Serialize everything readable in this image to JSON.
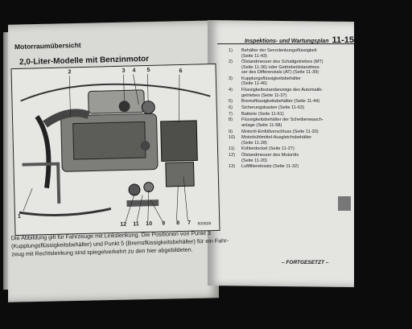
{
  "header": {
    "section": "Inspektions- und Wartungsplan",
    "page_number": "11-15"
  },
  "section_title": "Motorraumübersicht",
  "subtitle": "2,0-Liter-Modelle mit Benzinmotor",
  "diagram": {
    "callouts_top": [
      "2",
      "3",
      "4",
      "5",
      "6"
    ],
    "callouts_bottom": [
      "12",
      "11",
      "10",
      "9",
      "8",
      "7"
    ],
    "callout_left": "1",
    "figure_code": "600828"
  },
  "caption": [
    "Die Abbildung gilt für Fahrzeuge mit Linkslenkung. Die Positionen von Punkt 3",
    "(Kupplungsflüssigkeitsbehälter) und Punkt 5 (Bremsflüssigkeitsbehälter) für ein Fahr-",
    "zeug mit Rechtslenkung sind spiegelverkehrt zu den hier abgebildeten."
  ],
  "legend": [
    {
      "num": "1)",
      "lines": [
        "Behälter der Servolenkungsflüssigkeit",
        "(Seite 11-43)"
      ]
    },
    {
      "num": "2)",
      "lines": [
        "Ölstandmesser des Schaltgetriebes (MT)",
        "(Seite 11-36) oder Getriebeölstandmes-",
        "ser des Differenzials (AT) (Seite 11-39)"
      ]
    },
    {
      "num": "3)",
      "lines": [
        "Kupplungsflüssigkeitsbehälter",
        "(Seite 11-46)"
      ]
    },
    {
      "num": "4)",
      "lines": [
        "Flüssigkeitsstandanzeige des Automatik-",
        "getriebes (Seite 11-37)"
      ]
    },
    {
      "num": "5)",
      "lines": [
        "Bremsflüssigkeitsbehälter (Seite 11-44)"
      ]
    },
    {
      "num": "6)",
      "lines": [
        "Sicherungskasten (Seite 11-63)"
      ]
    },
    {
      "num": "7)",
      "lines": [
        "Batterie (Seite 11-61)"
      ]
    },
    {
      "num": "8)",
      "lines": [
        "Flüssigkeitsbehälter der Scheibenwasch-",
        "anlage (Seite 11-58)"
      ]
    },
    {
      "num": "9)",
      "lines": [
        "Motoröl-Einfüllverschluss (Seite 11-20)"
      ]
    },
    {
      "num": "10)",
      "lines": [
        "Motorkühlmittel-Ausgleichsbehälter",
        "(Seite 11-28)"
      ]
    },
    {
      "num": "11)",
      "lines": [
        "Kühlerdeckel (Seite 11-27)"
      ]
    },
    {
      "num": "12)",
      "lines": [
        "Ölstandmesser des Motoröls",
        "(Seite 11-20)"
      ]
    },
    {
      "num": "13)",
      "lines": [
        "Luftfiltereinsatz (Seite 11-32)"
      ]
    }
  ],
  "continued": "– FORTGESETZT –"
}
